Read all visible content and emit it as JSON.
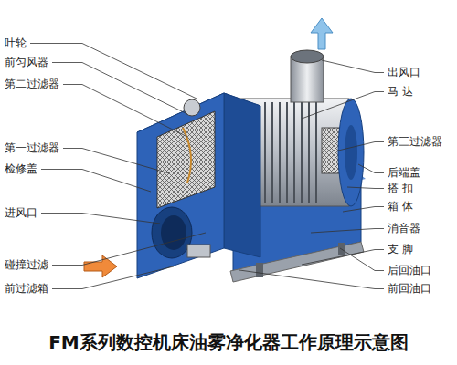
{
  "diagram": {
    "caption": "FM系列数控机床油雾净化器工作原理示意图",
    "labels": [
      "叶轮",
      "前匀风器",
      "第二过滤器",
      "第一过滤器",
      "检修盖",
      "进风口",
      "碰撞过滤",
      "前过滤箱",
      "出风口",
      "马 达",
      "第三过滤器",
      "后端盖",
      "搭 扣",
      "箱 体",
      "消音器",
      "支 脚",
      "后回油口",
      "前回油口"
    ]
  }
}
